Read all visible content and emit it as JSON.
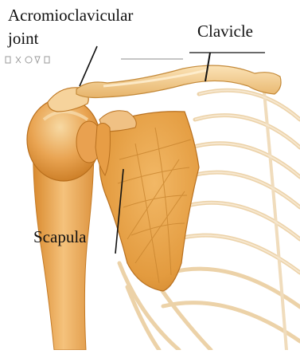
{
  "labels": {
    "acromioclavicular_line1": "Acromioclavicular",
    "acromioclavicular_line2": "joint",
    "clavicle": "Clavicle",
    "scapula": "Scapula"
  },
  "colors": {
    "bone_fill": "#f2c98a",
    "bone_shadow": "#d98f33",
    "scapula_fill": "#e8a64a",
    "rib_stroke": "#e9c89a",
    "leader_line": "#111111"
  },
  "icons": [
    "bookmark-icon",
    "settings-icon",
    "palette-icon",
    "pin-icon"
  ]
}
